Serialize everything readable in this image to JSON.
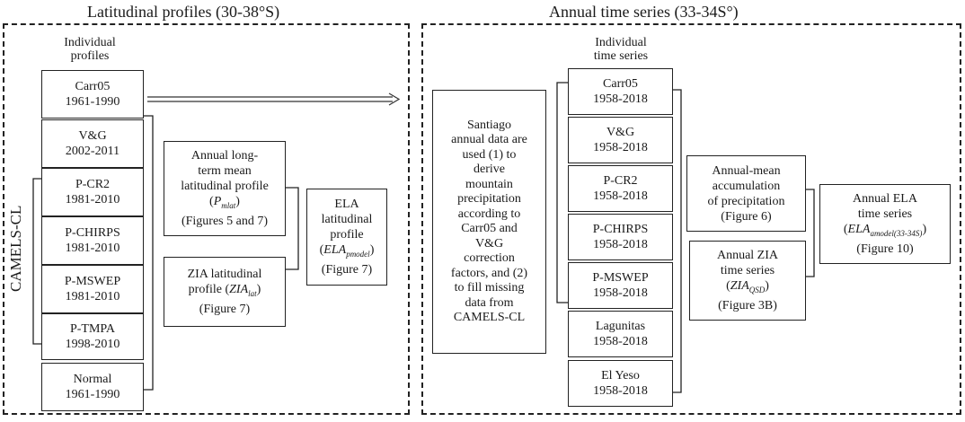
{
  "titles": {
    "left": "Latitudinal profiles (30-38°S)",
    "right": "Annual time series (33-34S°)"
  },
  "left_panel": {
    "individual_caption": [
      "Individual",
      "profiles"
    ],
    "cluster_label": "CAMELS-CL",
    "profiles": [
      {
        "name": "Carr05",
        "period": "1961-1990"
      },
      {
        "name": "V&G",
        "period": "2002-2011"
      },
      {
        "name": "P-CR2",
        "period": "1981-2010"
      },
      {
        "name": "P-CHIRPS",
        "period": "1981-2010"
      },
      {
        "name": "P-MSWEP",
        "period": "1981-2010"
      },
      {
        "name": "P-TMPA",
        "period": "1998-2010"
      },
      {
        "name": "Normal",
        "period": "1961-1990"
      }
    ],
    "mean_profile": {
      "lines": [
        "Annual long-",
        "term mean",
        "latitudinal profile"
      ],
      "symbol": "P",
      "symbol_sub": "mlat",
      "figures": "(Figures 5 and 7)"
    },
    "zia_profile": {
      "lines": [
        "ZIA latitudinal",
        "profile ("
      ],
      "symbol": "ZIA",
      "symbol_sub": "lat",
      "tail": ")",
      "figure": "(Figure 7)"
    },
    "ela_profile": {
      "lines": [
        "ELA",
        "latitudinal",
        "profile"
      ],
      "symbol": "ELA",
      "symbol_sub": "pmodel",
      "figure": "(Figure 7)"
    }
  },
  "right_panel": {
    "individual_caption": [
      "Individual",
      "time series"
    ],
    "santiago_text": [
      "Santiago",
      "annual data are",
      "used (1) to",
      "derive",
      "mountain",
      "precipitation",
      "according to",
      "Carr05 and",
      "V&G",
      "correction",
      "factors, and (2)",
      "to fill missing",
      "data from",
      "CAMELS-CL"
    ],
    "series": [
      {
        "name": "Carr05",
        "period": "1958-2018"
      },
      {
        "name": "V&G",
        "period": "1958-2018"
      },
      {
        "name": "P-CR2",
        "period": "1958-2018"
      },
      {
        "name": "P-CHIRPS",
        "period": "1958-2018"
      },
      {
        "name": "P-MSWEP",
        "period": "1958-2018"
      },
      {
        "name": "Lagunitas",
        "period": "1958-2018"
      },
      {
        "name": "El Yeso",
        "period": "1958-2018"
      }
    ],
    "accumulation": {
      "lines": [
        "Annual-mean",
        "accumulation",
        "of precipitation"
      ],
      "figure": "(Figure 6)"
    },
    "zia_series": {
      "lines": [
        "Annual ZIA",
        "time series"
      ],
      "symbol": "ZIA",
      "symbol_sub": "QSD",
      "figure": "(Figure 3B)"
    },
    "ela_series": {
      "lines": [
        "Annual ELA",
        "time series"
      ],
      "symbol": "ELA",
      "symbol_sub": "amodel(33-34S)",
      "figure": "(Figure 10)"
    }
  }
}
